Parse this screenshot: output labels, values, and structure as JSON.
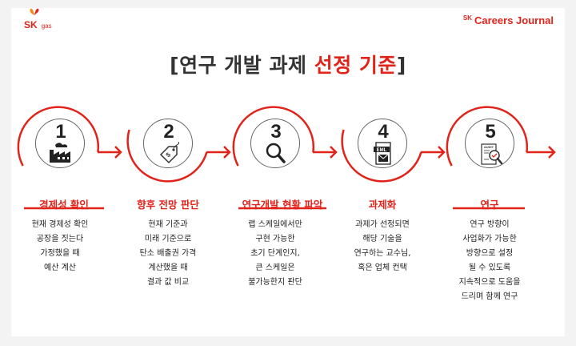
{
  "header": {
    "logo_sk": "SK",
    "logo_gas": "gas",
    "brand_prefix": "SK",
    "brand_name": "Careers Journal"
  },
  "title": {
    "open": "[",
    "prefix": "연구 개발 과제 ",
    "highlight": "선정 기준",
    "close": "]"
  },
  "colors": {
    "accent": "#e2231a",
    "text": "#222222",
    "outline": "#666666"
  },
  "steps": [
    {
      "num": "1",
      "icon": "factory-icon",
      "label": "경제성 확인",
      "desc": [
        "현재 경제성 확인",
        "공장을 짓는다",
        "가정했을 때",
        "예산 계산"
      ]
    },
    {
      "num": "2",
      "icon": "price-tag-icon",
      "label": "향후 전망 판단",
      "desc": [
        "현재 기준과",
        "미래 기준으로",
        "탄소 배출권 가격",
        "계산했을 때",
        "결과 값 비교"
      ]
    },
    {
      "num": "3",
      "icon": "magnifier-icon",
      "label": "연구개발 현황 파악",
      "desc": [
        "랩 스케일에서만",
        "구현 가능한",
        "초기 단계인지,",
        "큰 스케일은",
        "불가능한지 판단"
      ]
    },
    {
      "num": "4",
      "icon": "eml-mail-icon",
      "icon_text": "EML",
      "label": "과제화",
      "desc": [
        "과제가 선정되면",
        "해당 기술을",
        "연구하는 교수님,",
        "혹은 업체 컨택"
      ]
    },
    {
      "num": "5",
      "icon": "audit-icon",
      "icon_text": "AUDIT",
      "label": "연구",
      "desc": [
        "연구 방향이",
        "사업화가 가능한",
        "방향으로 설정",
        "될 수 있도록",
        "지속적으로 도움을",
        "드리며 함께 연구"
      ]
    }
  ]
}
